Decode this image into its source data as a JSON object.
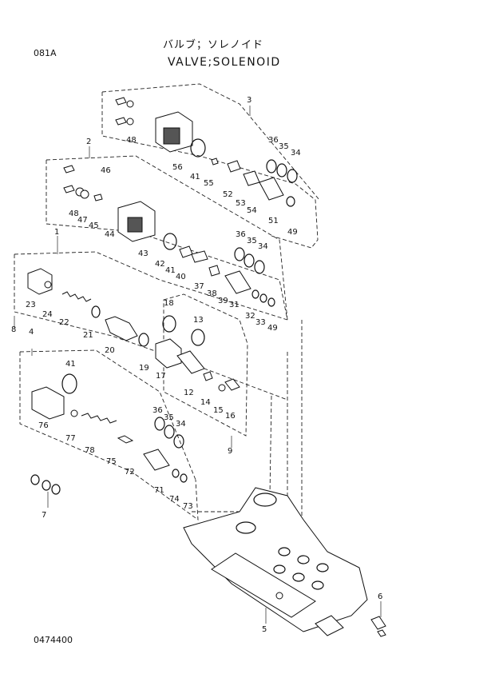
{
  "header": {
    "page_code": "081A",
    "title_jp": "バルブ；ソレノイド",
    "title_en": "VALVE;SOLENOID",
    "drawing_number": "0474400"
  },
  "callouts": {
    "c3": "3",
    "c36a": "36",
    "c35a": "35",
    "c34a": "34",
    "c48a": "48",
    "c56": "56",
    "c41a": "41",
    "c55": "55",
    "c52": "52",
    "c53": "53",
    "c54": "54",
    "c51": "51",
    "c49a": "49",
    "c2": "2",
    "c46": "46",
    "c48b": "48",
    "c47": "47",
    "c45": "45",
    "c44": "44",
    "c43": "43",
    "c42": "42",
    "c41b": "41",
    "c40": "40",
    "c37": "37",
    "c38": "38",
    "c39": "39",
    "c36b": "36",
    "c35b": "35",
    "c34b": "34",
    "c31": "31",
    "c32": "32",
    "c33": "33",
    "c49b": "49",
    "c1": "1",
    "c8": "8",
    "c23": "23",
    "c24": "24",
    "c22": "22",
    "c21": "21",
    "c20": "20",
    "c18": "18",
    "c19": "19",
    "c17": "17",
    "c13": "13",
    "c12": "12",
    "c14": "14",
    "c15": "15",
    "c16": "16",
    "c9": "9",
    "c4": "4",
    "c41c": "41",
    "c76": "76",
    "c77": "77",
    "c78": "78",
    "c75": "75",
    "c72": "72",
    "c36c": "36",
    "c35c": "35",
    "c34c": "34",
    "c71": "71",
    "c74": "74",
    "c73": "73",
    "c7": "7",
    "c6": "6",
    "c5": "5"
  }
}
